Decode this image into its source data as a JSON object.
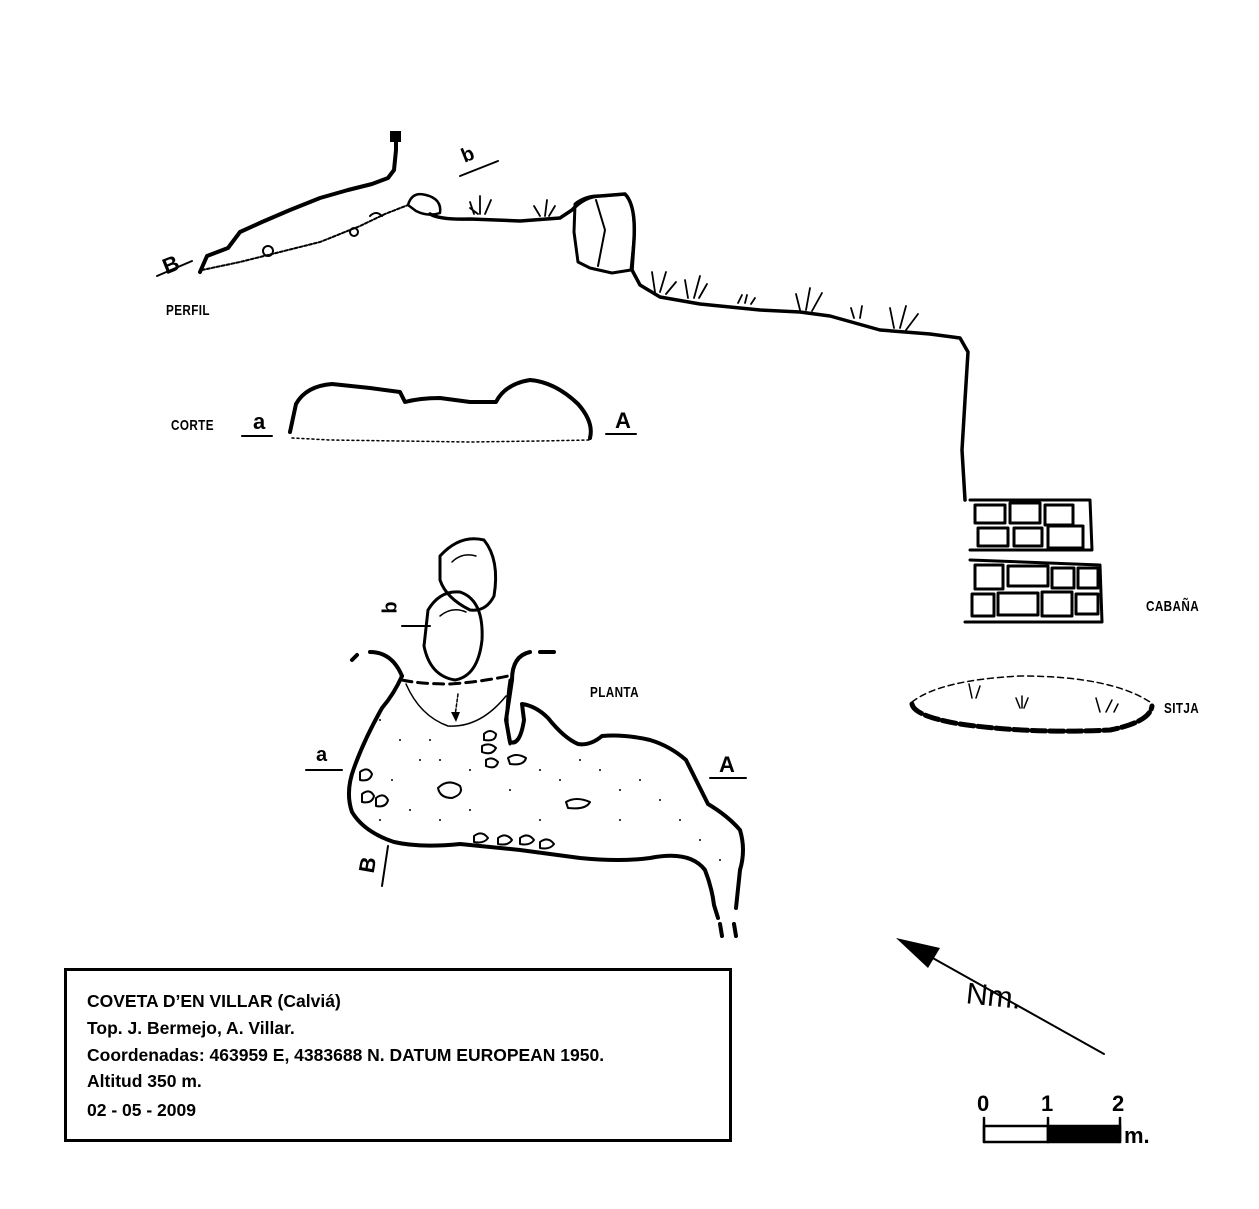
{
  "labels": {
    "perfil": "PERFIL",
    "corte": "CORTE",
    "planta": "PLANTA",
    "cabana": "CABAÑA",
    "sitja": "SITJA"
  },
  "section_marks": {
    "B_profile": "B",
    "b_profile": "b",
    "a_corte": "a",
    "A_corte": "A",
    "b_plan": "b",
    "a_plan": "a",
    "A_plan": "A",
    "B_plan": "B"
  },
  "info": {
    "title": "COVETA D’EN VILLAR (Calviá)",
    "authors": "Top. J. Bermejo, A. Villar.",
    "coords": "Coordenadas: 463959 E, 4383688 N. DATUM EUROPEAN 1950.",
    "altitude": "Altitud 350 m.",
    "date": "02 - 05 - 2009"
  },
  "north": {
    "label": "Nm."
  },
  "scale": {
    "ticks": [
      "0",
      "1",
      "2"
    ],
    "unit": "m."
  }
}
